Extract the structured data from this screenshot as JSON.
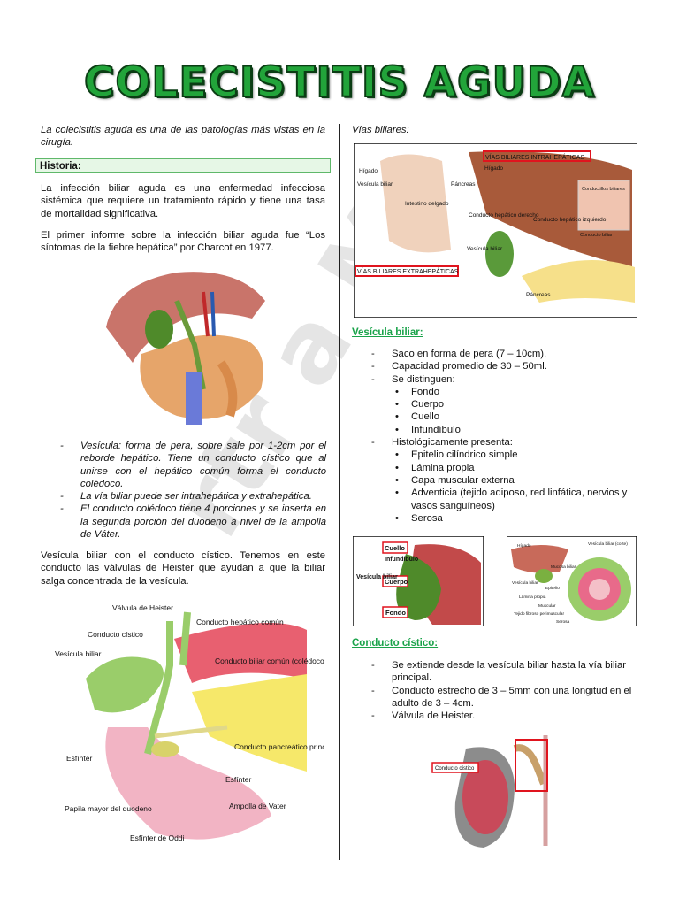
{
  "title": "COLECISTITIS AGUDA",
  "watermark": "rtr a Mu",
  "left": {
    "intro": "La colecistitis aguda es una de las patologías más vistas en la cirugía.",
    "historia_heading": "Historia:",
    "p1": "La infección biliar aguda es una enfermedad infecciosa sistémica que requiere un tratamiento rápido y tiene una tasa de mortalidad significativa.",
    "p2": "El primer informe sobre la infección biliar aguda fue “Los síntomas de la fiebre hepática” por Charcot en 1977.",
    "bullets": [
      "Vesícula: forma de pera, sobre sale por 1-2cm por el reborde hepático. Tiene un conducto cístico que al unirse con el hepático común forma el conducto colédoco.",
      "La vía biliar puede ser intrahepática y extrahepática.",
      "El conducto colédoco tiene 4 porciones y se inserta en la segunda porción del duodeno a nivel de la ampolla de Váter."
    ],
    "p3": "Vesícula biliar con el conducto cístico. Tenemos en este conducto las válvulas de Heister que ayudan a que la biliar salga concentrada de la vesícula.",
    "fig2_labels": {
      "valvula": "Válvula de Heister",
      "conducto_hepatico": "Conducto hepático común",
      "conducto_cistico": "Conducto cístico",
      "vesicula": "Vesícula biliar",
      "biliar_comun": "Conducto biliar común (colédoco)",
      "pancreatico": "Conducto pancreático principal (de Wirsung)",
      "esfinter1": "Esfínter",
      "esfinter2": "Esfínter",
      "ampolla": "Ampolla de Vater",
      "papila": "Papila mayor del duodeno",
      "oddi": "Esfínter de Oddi"
    }
  },
  "right": {
    "vias_label": "Vías biliares:",
    "fig1_labels": {
      "intra": "VÍAS BILIARES INTRAHEPÁTICAS",
      "extra": "VÍAS BILIARES EXTRAHEPÁTICAS",
      "higado1": "Hígado",
      "higado2": "Hígado",
      "vesicula": "Vesícula biliar",
      "pancreas1": "Páncreas",
      "intestino": "Intestino delgado",
      "hep_der": "Conducto hepático derecho",
      "hep_izq": "Conducto hepático izquierdo",
      "vesicula2": "Vesícula biliar",
      "conductillos": "Conductillos biliares",
      "conducto_biliar": "Conducto biliar",
      "pancreas2": "Páncreas"
    },
    "vesicula_heading": "Vesícula biliar:",
    "vesicula_items": [
      {
        "text": "Saco en forma de pera (7 – 10cm).",
        "sub": []
      },
      {
        "text": "Capacidad promedio de 30 – 50ml.",
        "sub": []
      },
      {
        "text": "Se distinguen:",
        "sub": [
          "Fondo",
          "Cuerpo",
          "Cuello",
          "Infundíbulo"
        ]
      },
      {
        "text": "Histológicamente presenta:",
        "sub": [
          "Epitelio cilíndrico simple",
          "Lámina propia",
          "Capa muscular externa",
          "Adventicia (tejido adiposo, red linfática, nervios y vasos sanguíneos)",
          "Serosa"
        ]
      }
    ],
    "fig3_labels": {
      "cuello": "Cuello",
      "infundibulo": "Infundíbulo",
      "vesicula": "Vesícula biliar",
      "cuerpo": "Cuerpo",
      "fondo": "Fondo"
    },
    "fig4_labels": {
      "higado": "Hígado",
      "vesicula_corte": "Vesícula biliar (corte)",
      "vesicula": "Vesícula biliar",
      "mucosa": "Mucosa biliar",
      "epitelio": "Epitelio",
      "lamina": "Lámina propia",
      "muscular": "Muscular",
      "tejido": "Tejido fibroso perimuscular",
      "serosa": "Serosa"
    },
    "cistico_heading": "Conducto cístico:",
    "cistico_items": [
      "Se extiende desde la vesícula biliar hasta la vía biliar principal.",
      "Conducto estrecho de 3 – 5mm con una longitud en el adulto de 3 – 4cm.",
      "Válvula de Heister."
    ],
    "fig5_label": "Conducto cístico"
  },
  "colors": {
    "title_green": "#22a43a",
    "heading_green": "#1aa34a",
    "highlight_red": "#e0141e",
    "bile_green": "#4f9a2f"
  }
}
